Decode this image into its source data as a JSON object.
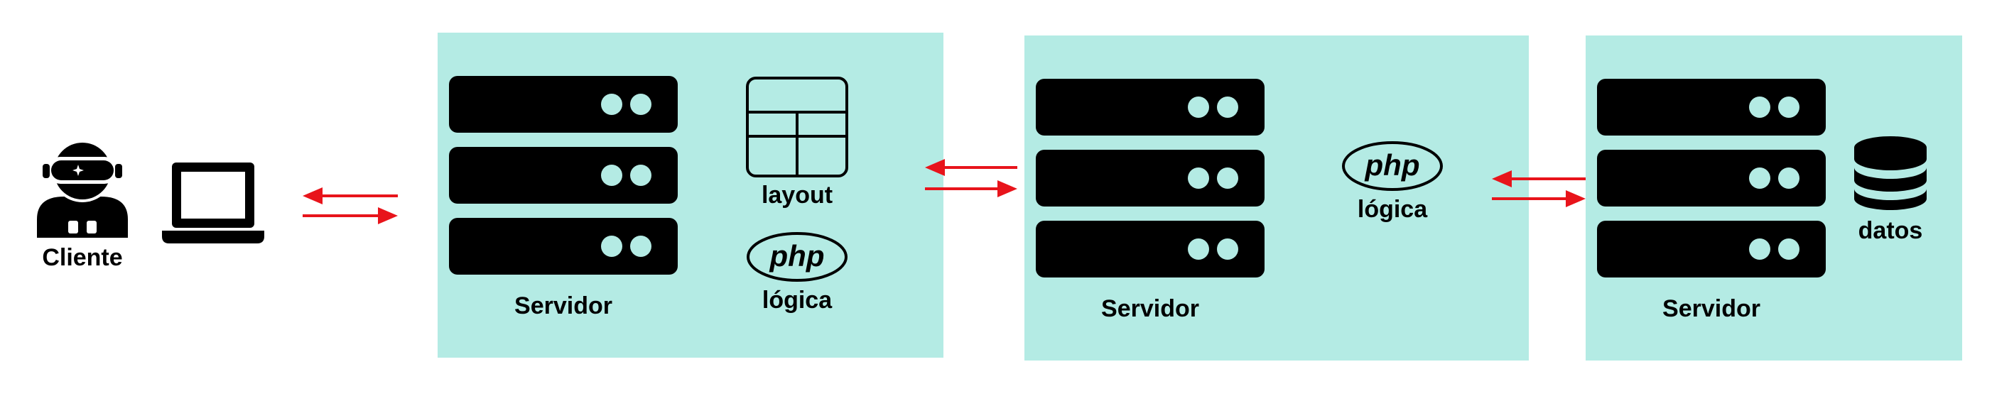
{
  "client": {
    "label": "Cliente"
  },
  "tiers": [
    {
      "server_label": "Servidor",
      "layout_label": "layout",
      "php_text": "php",
      "logic_label": "lógica"
    },
    {
      "server_label": "Servidor",
      "php_text": "php",
      "logic_label": "lógica"
    },
    {
      "server_label": "Servidor",
      "data_label": "datos"
    }
  ],
  "colors": {
    "panel": "#b4ebe4",
    "server_fill": "#000000",
    "server_light": "#b4ebe4",
    "arrow": "#e8141b"
  },
  "icons": [
    "user-icon",
    "laptop-icon",
    "server-rack-icon",
    "layout-icon",
    "php-logo-icon",
    "database-icon",
    "request-arrow-icon",
    "response-arrow-icon"
  ]
}
